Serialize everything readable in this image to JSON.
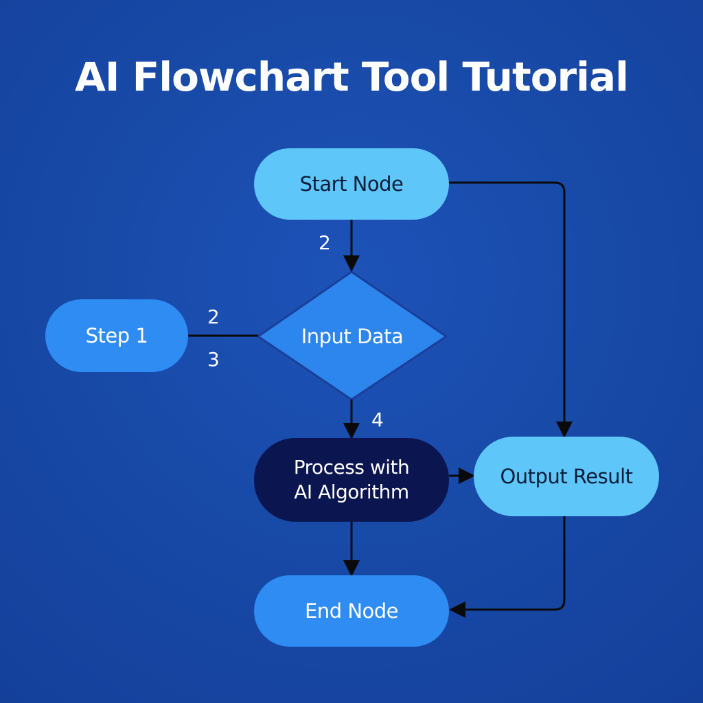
{
  "title": "AI Flowchart Tool Tutorial",
  "nodes": {
    "start": "Start Node",
    "step1": "Step 1",
    "input": "Input Data",
    "process_line1": "Process with",
    "process_line2": "AI Algorithm",
    "output": "Output Result",
    "end": "End Node"
  },
  "edge_labels": {
    "start_input": "2",
    "step1_input_top": "2",
    "step1_input_bottom": "3",
    "input_process": "4"
  },
  "colors": {
    "background": "#184aa8",
    "light_node": "#5ec6f8",
    "mid_node": "#2f8cf2",
    "dark_node": "#0b1650",
    "arrow": "#0a0a0a"
  }
}
